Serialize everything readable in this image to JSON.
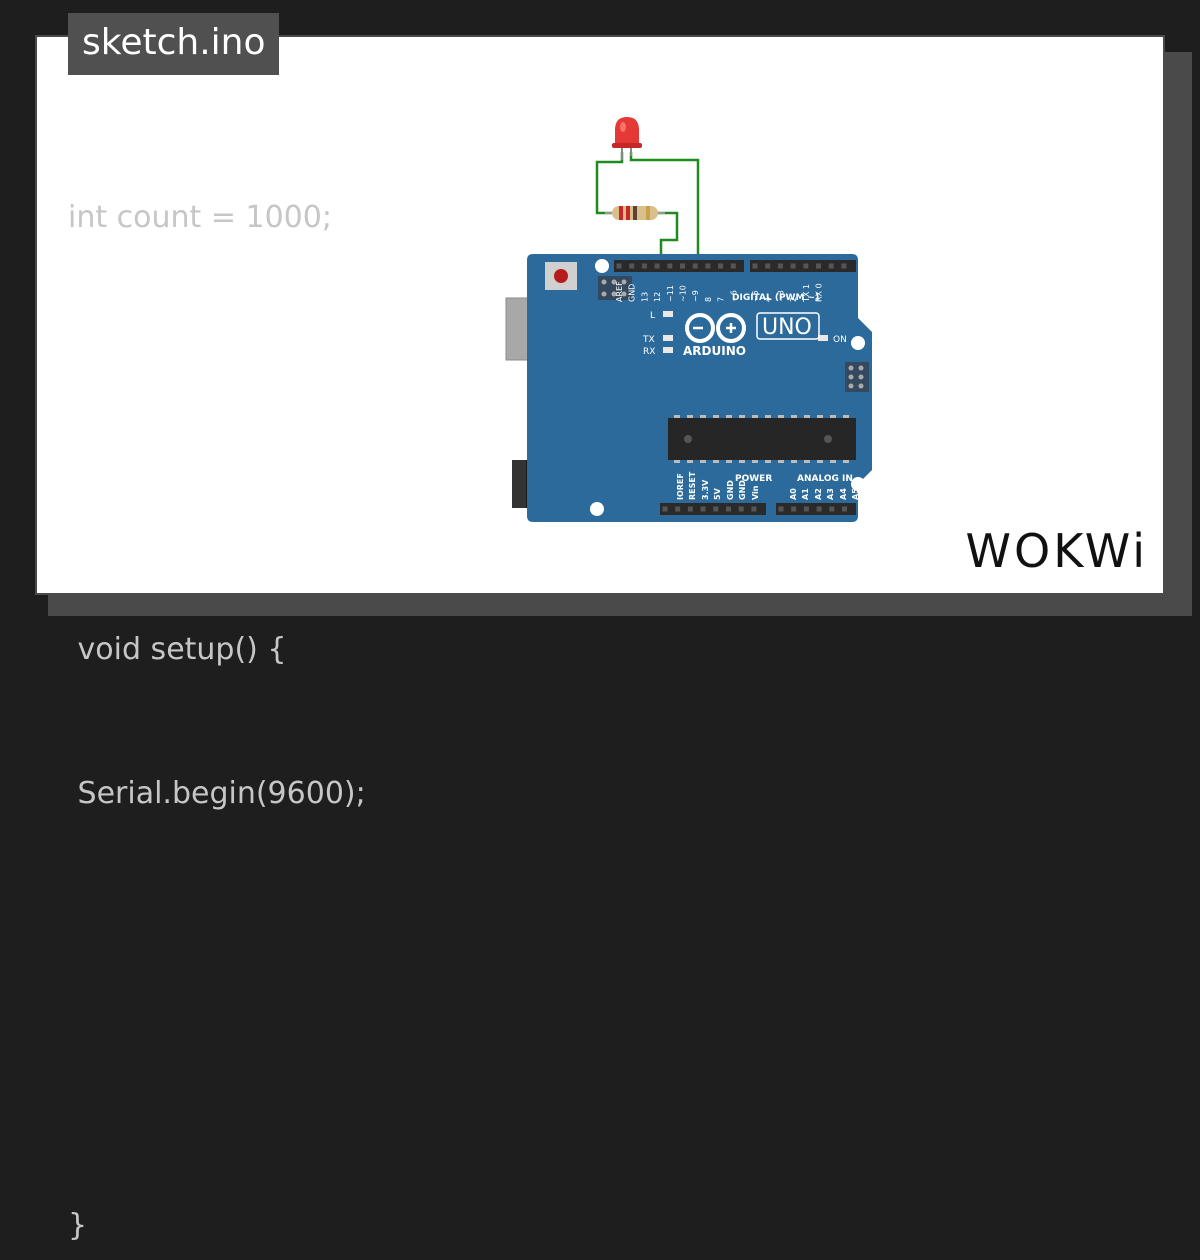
{
  "editor": {
    "filename": "sketch.ino",
    "code_lines": [
      "int count = 1000;",
      "",
      "",
      " void setup() {",
      " Serial.begin(9600);",
      "",
      "",
      "}"
    ]
  },
  "board": {
    "name": "UNO",
    "brand": "ARDUINO",
    "digital_label": "DIGITAL (PWM ~)",
    "power_label": "POWER",
    "analog_label": "ANALOG IN",
    "on_label": "ON",
    "l_label": "L",
    "tx_label": "TX",
    "rx_label": "RX",
    "top_pins": [
      "AREF",
      "GND",
      "13",
      "12",
      "~11",
      "~10",
      "~9",
      "8",
      "7",
      "~6",
      "~5",
      "4",
      "~3",
      "2",
      "TX 1",
      "RX 0"
    ],
    "bottom_pins": [
      "IOREF",
      "RESET",
      "3.3V",
      "5V",
      "GND",
      "GND",
      "Vin",
      "A0",
      "A1",
      "A2",
      "A3",
      "A4",
      "A5"
    ],
    "color": "#2b6a9b"
  },
  "components": {
    "led_color": "#e53935",
    "wire_color": "#1f8a1f"
  },
  "branding": {
    "logo": "WOKWi"
  }
}
